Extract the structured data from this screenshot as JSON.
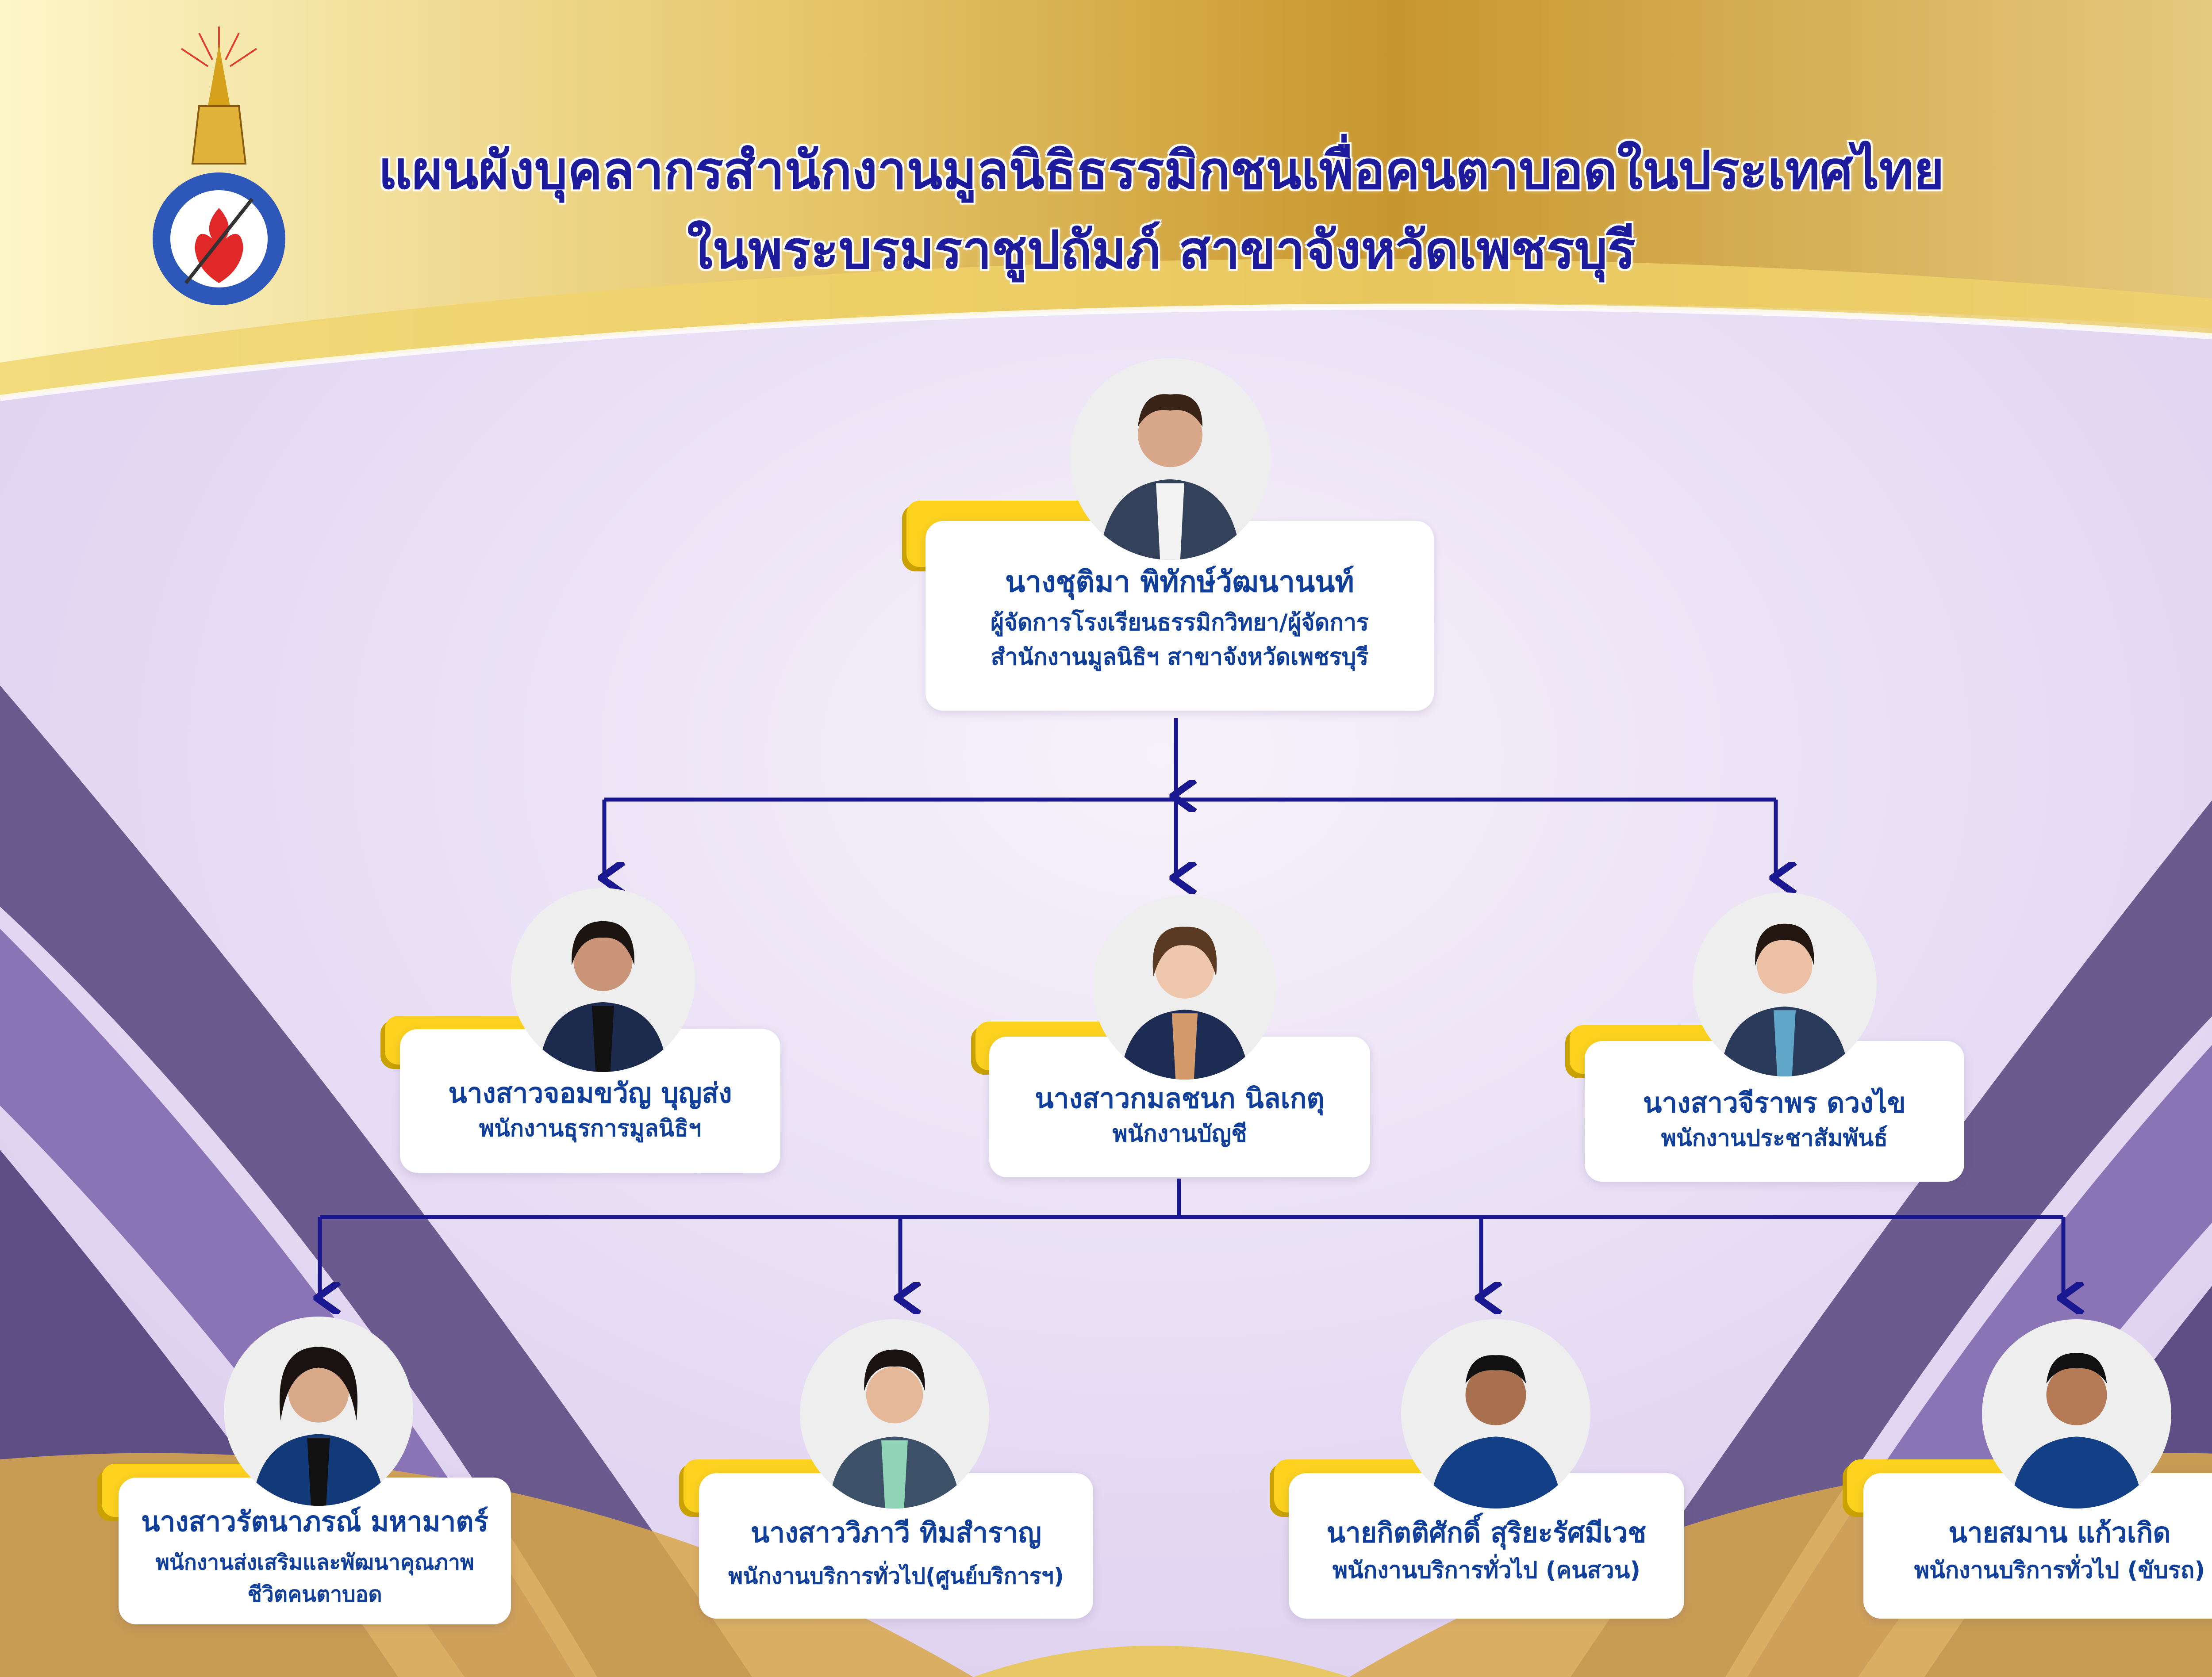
{
  "header": {
    "title_line1": "แผนผังบุคลากรสำนักงานมูลนิธิธรรมิกชนเพื่อคนตาบอดในประเทศไทย",
    "title_line2": "ในพระบรมราชูปถัมภ์ สาขาจังหวัดเพชรบุรี"
  },
  "colors": {
    "title": "#1d1b9c",
    "text": "#0f3f9a",
    "tab": "#fcd21e",
    "connector": "#1a1890",
    "purple": "#6b5a8e",
    "gold": "#d8a73c"
  },
  "top": {
    "name": "นางชุติมา พิทักษ์วัฒนานนท์",
    "role_line1": "ผู้จัดการโรงเรียนธรรมิกวิทยา/ผู้จัดการ",
    "role_line2": "สำนักงานมูลนิธิฯ สาขาจังหวัดเพชรบุรี"
  },
  "middle": [
    {
      "name": "นางสาวจอมขวัญ  บุญส่ง",
      "role": "พนักงานธุรการมูลนิธิฯ"
    },
    {
      "name": "นางสาวกมลชนก นิลเกตุ",
      "role": "พนักงานบัญชี"
    },
    {
      "name": "นางสาวจีราพร ดวงไข",
      "role": "พนักงานประชาสัมพันธ์"
    }
  ],
  "bottom": [
    {
      "name": "นางสาวรัตนาภรณ์ มหามาตร์",
      "role_line1": "พนักงานส่งเสริมและพัฒนาคุณภาพ",
      "role_line2": "ชีวิตคนตาบอด"
    },
    {
      "name": "นางสาววิภาวี ทิมสำราญ",
      "role_line1": "พนักงานบริการทั่วไป(ศูนย์บริการฯ)"
    },
    {
      "name": "นายกิตติศักดิ์ สุริยะรัศมีเวช",
      "role_line1": "พนักงานบริการทั่วไป (คนสวน)"
    },
    {
      "name": "นายสมาน แก้วเกิด",
      "role_line1": "พนักงานบริการทั่วไป (ขับรถ)"
    }
  ]
}
